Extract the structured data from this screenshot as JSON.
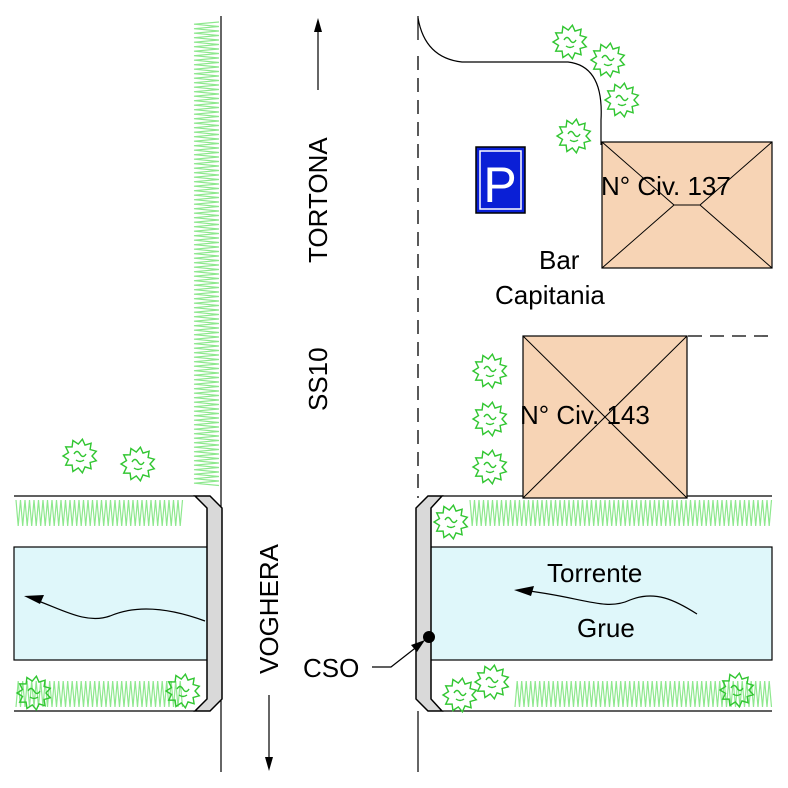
{
  "map": {
    "road_name": "SS10",
    "direction_north": "TORTONA",
    "direction_south": "VOGHERA",
    "river_name_line1": "Torrente",
    "river_name_line2": "Grue",
    "outfall_label": "CSO",
    "parking_symbol": "P",
    "bar_name_line1": "Bar",
    "bar_name_line2": "Capitania",
    "building_137": "N° Civ. 137",
    "building_143": "N° Civ. 143",
    "colors": {
      "water": "#dff7fa",
      "building": "#f7d4b5",
      "bridge": "#d9d9d9",
      "parking_sign": "#0a1fd6",
      "grass": "#8ee88e",
      "shrub": "#31c631"
    },
    "icons": [
      "parking-sign-icon",
      "shrub-icon",
      "grass-verge",
      "north-arrow",
      "south-arrow",
      "flow-arrow",
      "outfall-point"
    ]
  }
}
